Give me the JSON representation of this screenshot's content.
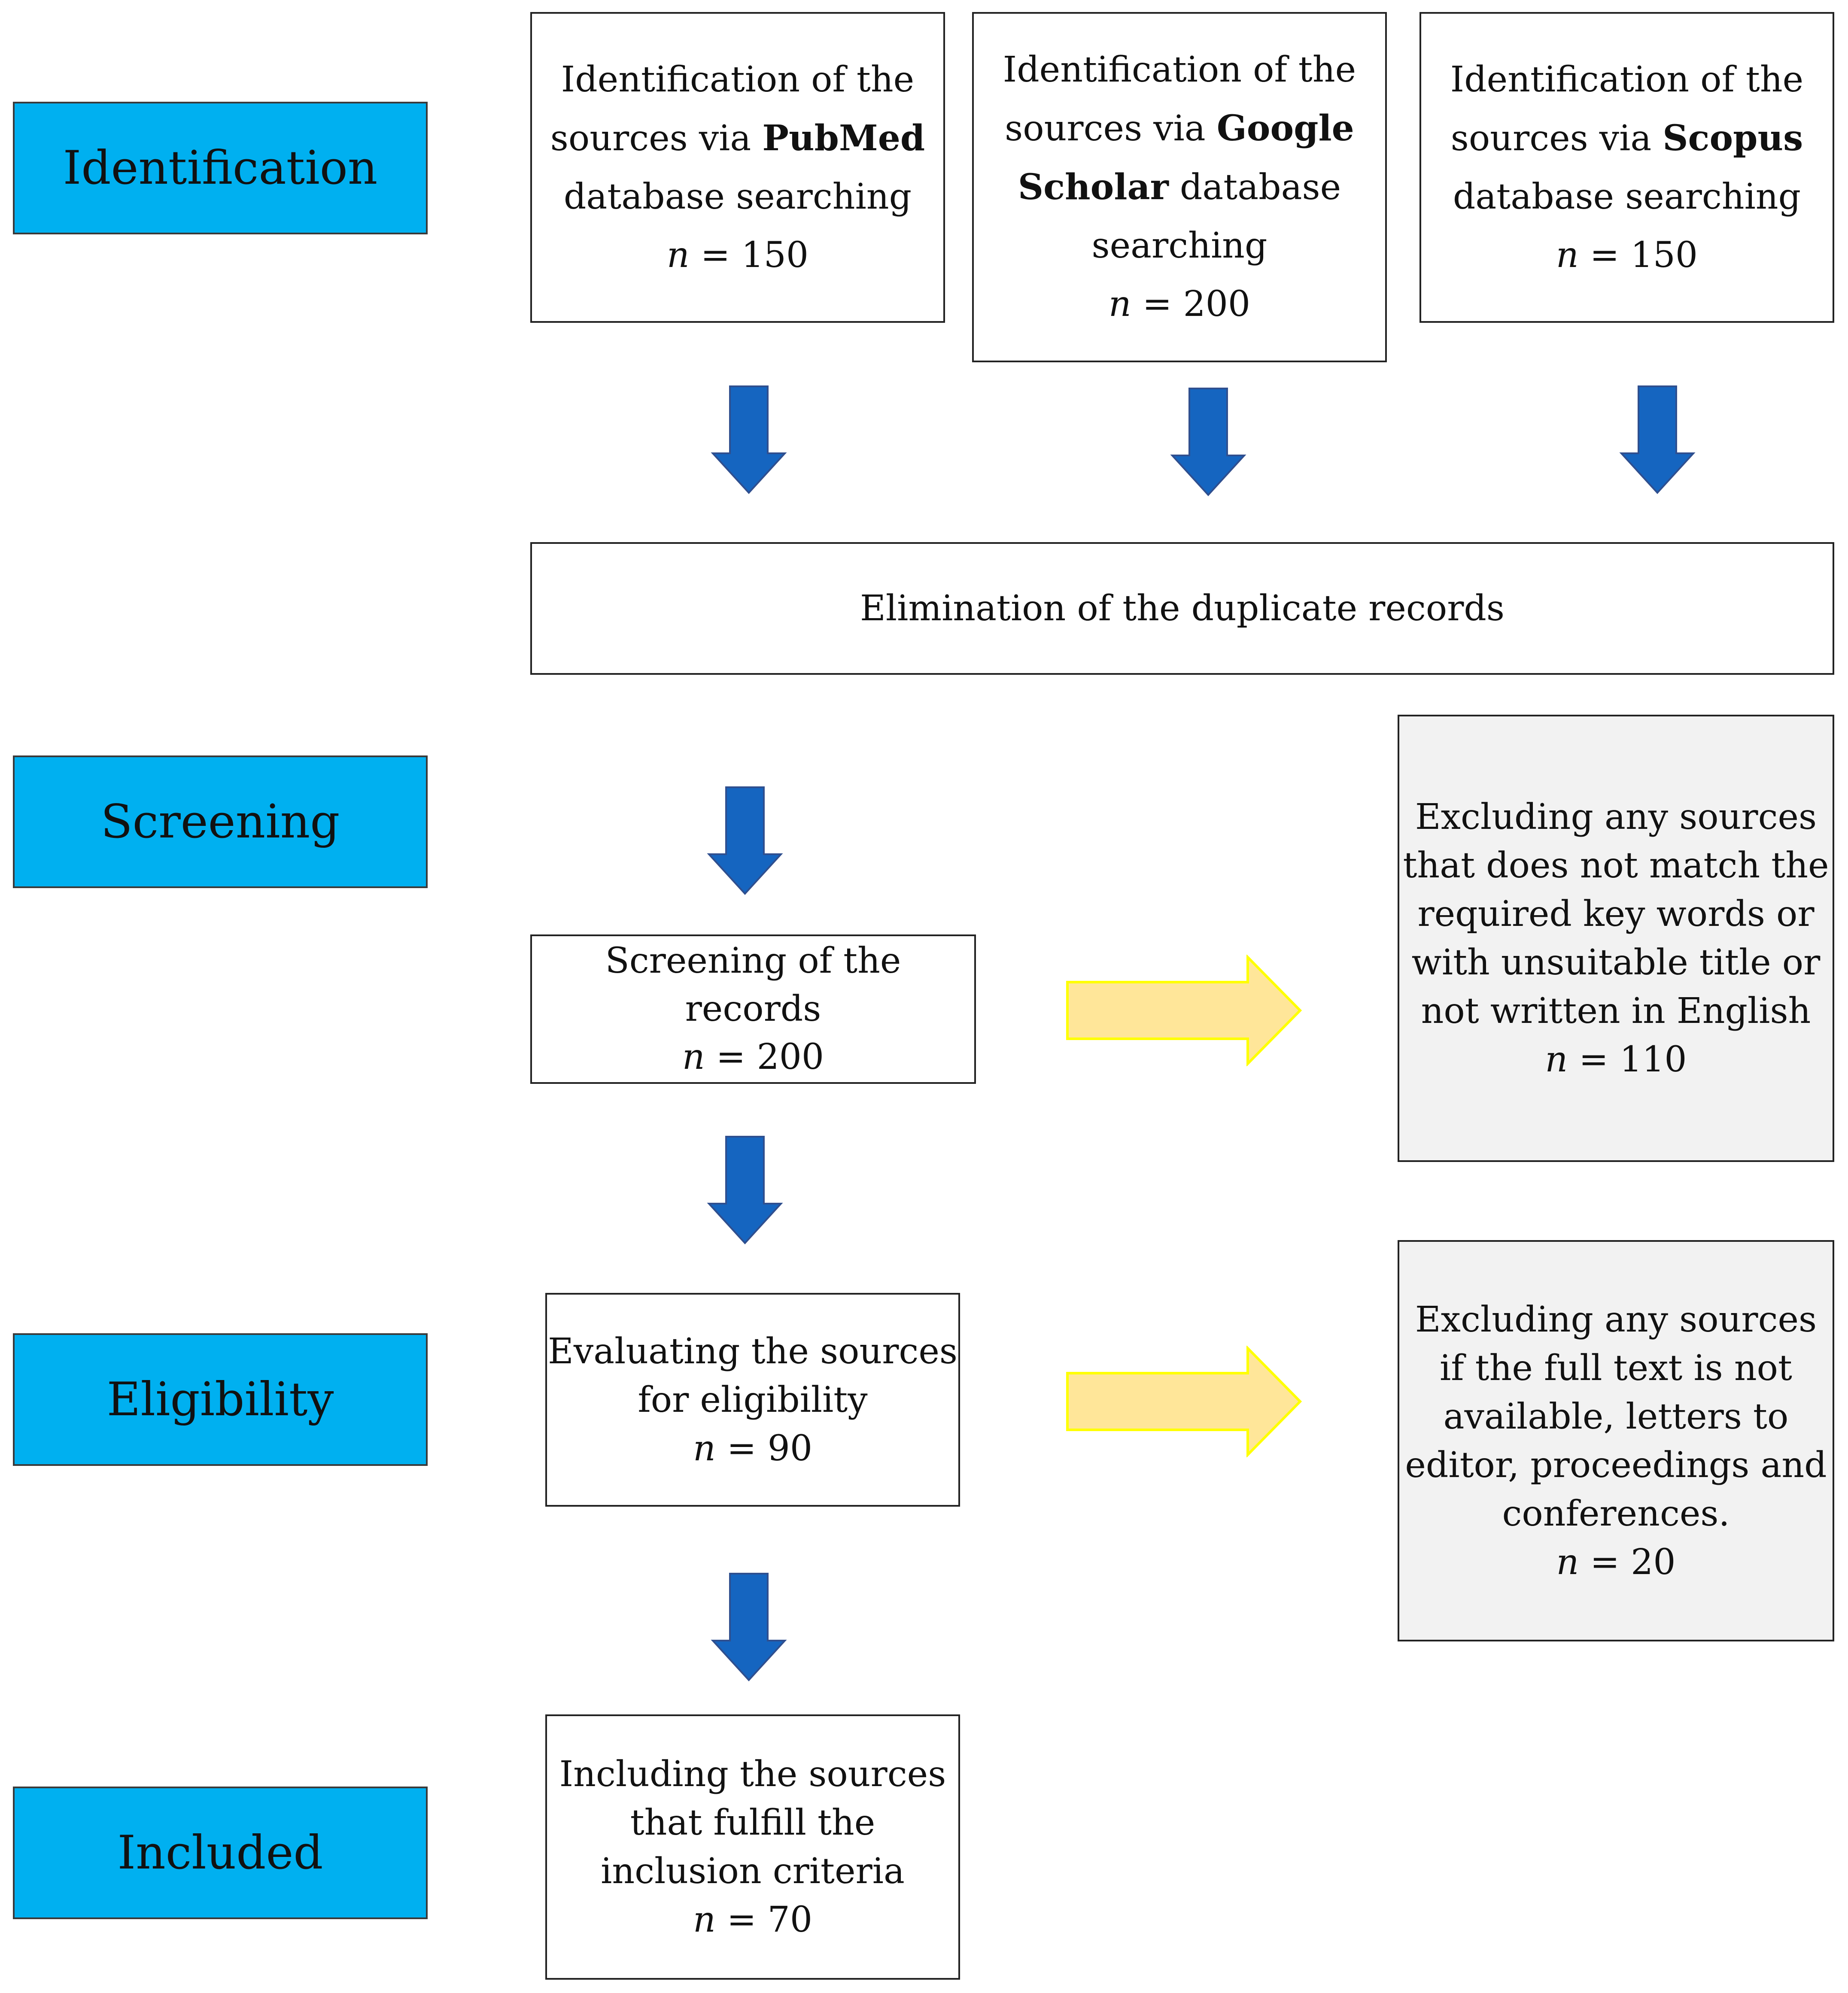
{
  "stages": {
    "identification": "Identification",
    "screening": "Screening",
    "eligibility": "Eligibility",
    "included": "Included"
  },
  "sources": {
    "pubmed": {
      "line1": "Identification of the",
      "line2_pre": "sources via ",
      "line2_bold": "PubMed",
      "line3": "database searching",
      "n_label": "n",
      "n_value": "= 150"
    },
    "google": {
      "line1": "Identification of the",
      "line2_pre": "sources via ",
      "line2_bold": "Google",
      "line3_bold": "Scholar",
      "line3_post": " database",
      "line4": "searching",
      "n_label": "n",
      "n_value": "= 200"
    },
    "scopus": {
      "line1": "Identification of the",
      "line2_pre": "sources via ",
      "line2_bold": "Scopus",
      "line3": "database searching",
      "n_label": "n",
      "n_value": "= 150"
    }
  },
  "duplicates": {
    "text": "Elimination of the duplicate records"
  },
  "screening_box": {
    "line1": "Screening of the records",
    "n_label": "n",
    "n_value": "= 200"
  },
  "exclusion1": {
    "line1": "Excluding any sources",
    "line2": "that does not match the",
    "line3": "required key words or",
    "line4": "with unsuitable title or",
    "line5": "not written in English",
    "n_label": "n",
    "n_value": "= 110"
  },
  "eligibility_box": {
    "line1": "Evaluating the sources",
    "line2": "for eligibility",
    "n_label": "n",
    "n_value": "= 90"
  },
  "exclusion2": {
    "line1": "Excluding any sources",
    "line2": "if the full text is not",
    "line3": "available, letters to",
    "line4": "editor, proceedings and",
    "line5": "conferences.",
    "n_label": "n",
    "n_value": "= 20"
  },
  "included_box": {
    "line1": "Including the sources",
    "line2": "that fulfill the",
    "line3": "inclusion criteria",
    "n_label": "n",
    "n_value": "= 70"
  },
  "colors": {
    "stage_fill": "#00b0f0",
    "down_arrow_fill": "#1565c0",
    "down_arrow_stroke": "#2f4f8f",
    "right_arrow_fill": "#ffe699",
    "right_arrow_stroke": "#ffff00",
    "exclusion_fill": "#f2f2f2"
  }
}
